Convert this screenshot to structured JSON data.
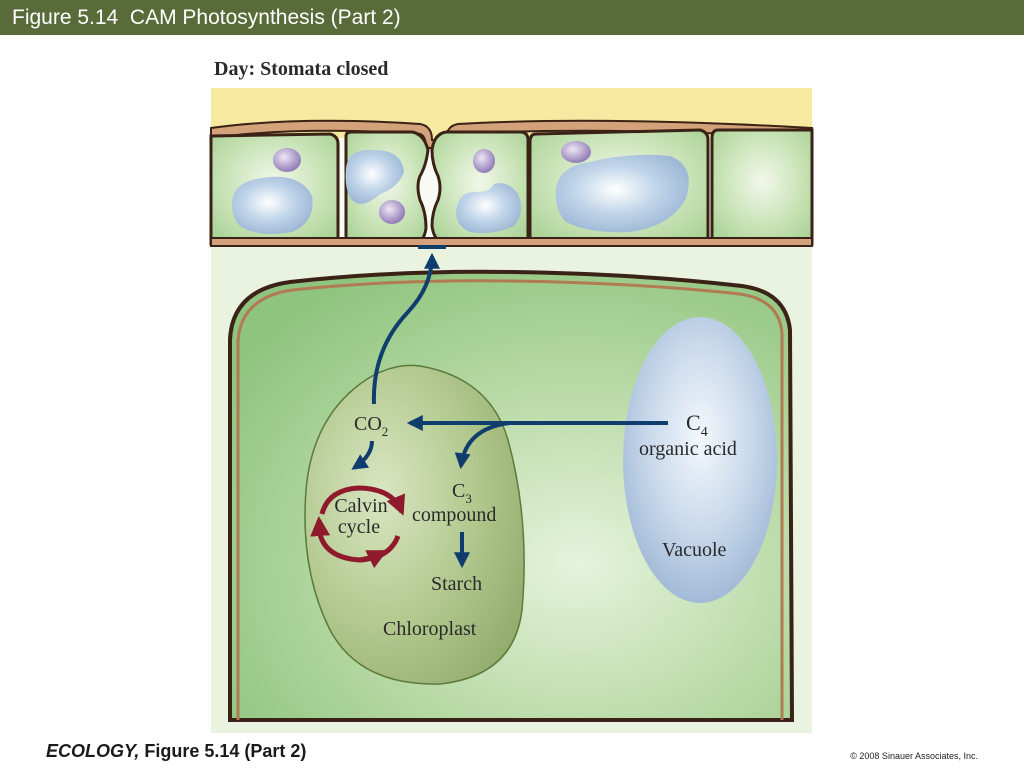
{
  "header": {
    "title": "Figure 5.14  CAM Photosynthesis (Part 2)"
  },
  "diagram": {
    "panel_title": "Day: Stomata closed",
    "co2": {
      "base": "CO",
      "sub": "2"
    },
    "c4": {
      "base": "C",
      "sub": "4",
      "line2": "organic acid"
    },
    "calvin": {
      "line1": "Calvin",
      "line2": "cycle"
    },
    "c3": {
      "base": "C",
      "sub": "3",
      "line2": "compound"
    },
    "starch": "Starch",
    "chloroplast": "Chloroplast",
    "vacuole": "Vacuole"
  },
  "footer": {
    "book": "ECOLOGY,",
    "figure": " Figure 5.14 (Part 2)",
    "copyright": "© 2008 Sinauer Associates, Inc."
  }
}
